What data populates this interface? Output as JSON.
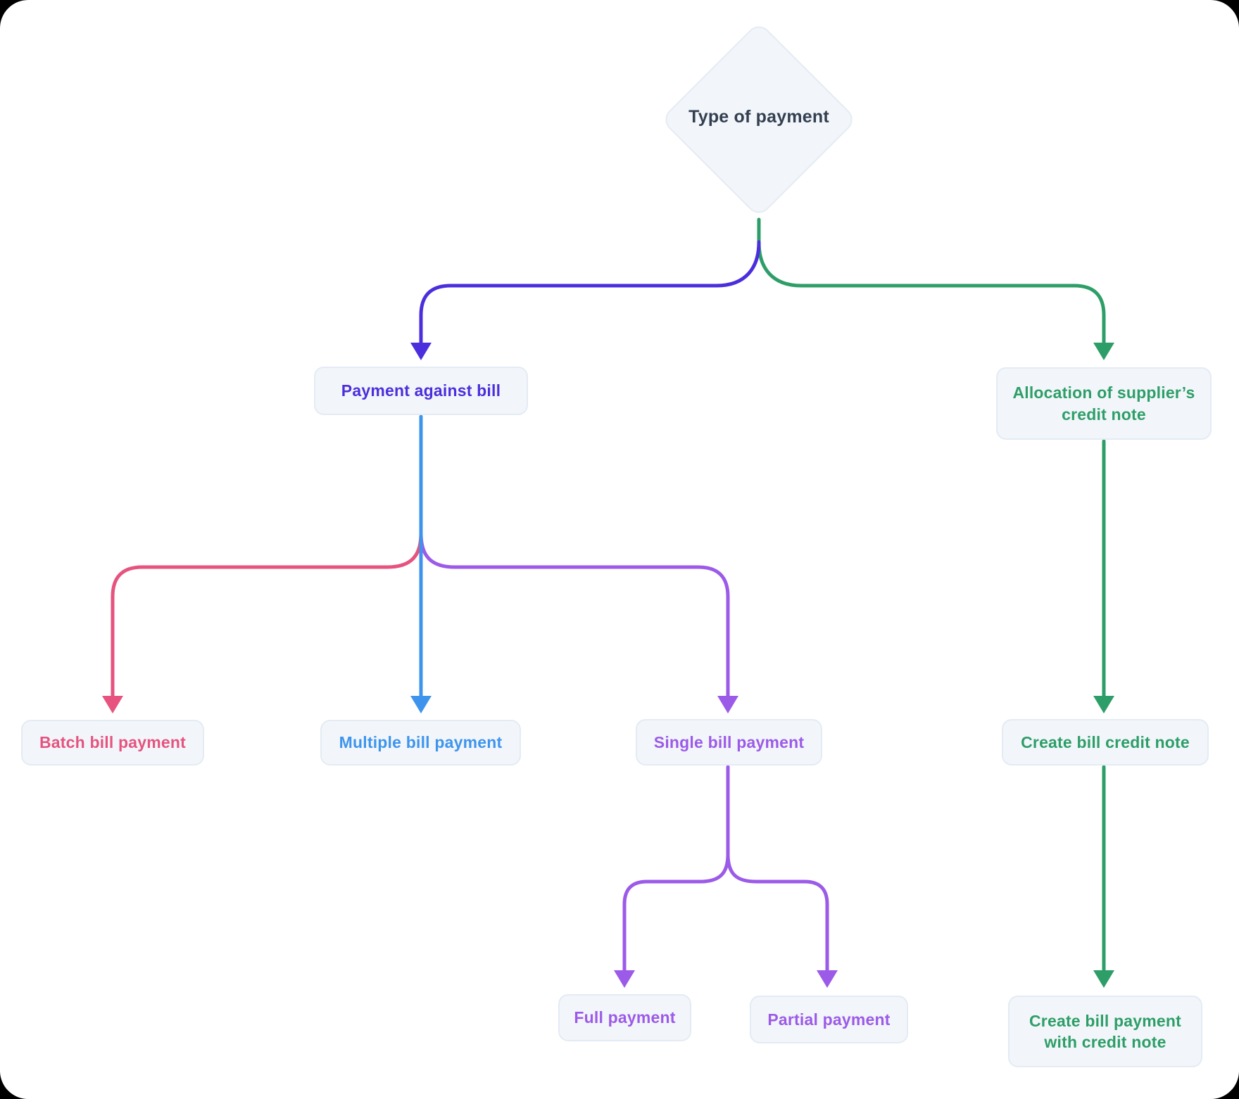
{
  "colors": {
    "indigo": "#4B2EDC",
    "blue": "#3E94ED",
    "pink": "#E6537F",
    "purple": "#9C5AE8",
    "green": "#2E9E68",
    "dark_text": "#333F50",
    "node_bg": "#F2F6FA",
    "node_border": "#E4EBF4",
    "canvas_bg": "#FFFFFF"
  },
  "nodes": {
    "root": {
      "label": "Type of payment",
      "shape": "diamond",
      "color": "dark_text"
    },
    "payment_against_bill": {
      "label": "Payment against bill",
      "color": "indigo"
    },
    "allocation_credit_note": {
      "label": "Allocation of supplier’s\ncredit note",
      "color": "green"
    },
    "batch_bill_payment": {
      "label": "Batch bill payment",
      "color": "pink"
    },
    "multiple_bill_payment": {
      "label": "Multiple bill payment",
      "color": "blue"
    },
    "single_bill_payment": {
      "label": "Single bill payment",
      "color": "purple"
    },
    "create_bill_credit_note": {
      "label": "Create bill credit note",
      "color": "green"
    },
    "full_payment": {
      "label": "Full payment",
      "color": "purple"
    },
    "partial_payment": {
      "label": "Partial payment",
      "color": "purple"
    },
    "create_bill_payment_credit_note": {
      "label": "Create bill payment\nwith credit note",
      "color": "green"
    }
  },
  "edges": [
    {
      "from": "root",
      "to": "payment_against_bill",
      "color": "indigo"
    },
    {
      "from": "root",
      "to": "allocation_credit_note",
      "color": "green"
    },
    {
      "from": "payment_against_bill",
      "to": "batch_bill_payment",
      "color": "pink"
    },
    {
      "from": "payment_against_bill",
      "to": "multiple_bill_payment",
      "color": "blue"
    },
    {
      "from": "payment_against_bill",
      "to": "single_bill_payment",
      "color": "purple"
    },
    {
      "from": "single_bill_payment",
      "to": "full_payment",
      "color": "purple"
    },
    {
      "from": "single_bill_payment",
      "to": "partial_payment",
      "color": "purple"
    },
    {
      "from": "allocation_credit_note",
      "to": "create_bill_credit_note",
      "color": "green"
    },
    {
      "from": "create_bill_credit_note",
      "to": "create_bill_payment_credit_note",
      "color": "green"
    }
  ]
}
